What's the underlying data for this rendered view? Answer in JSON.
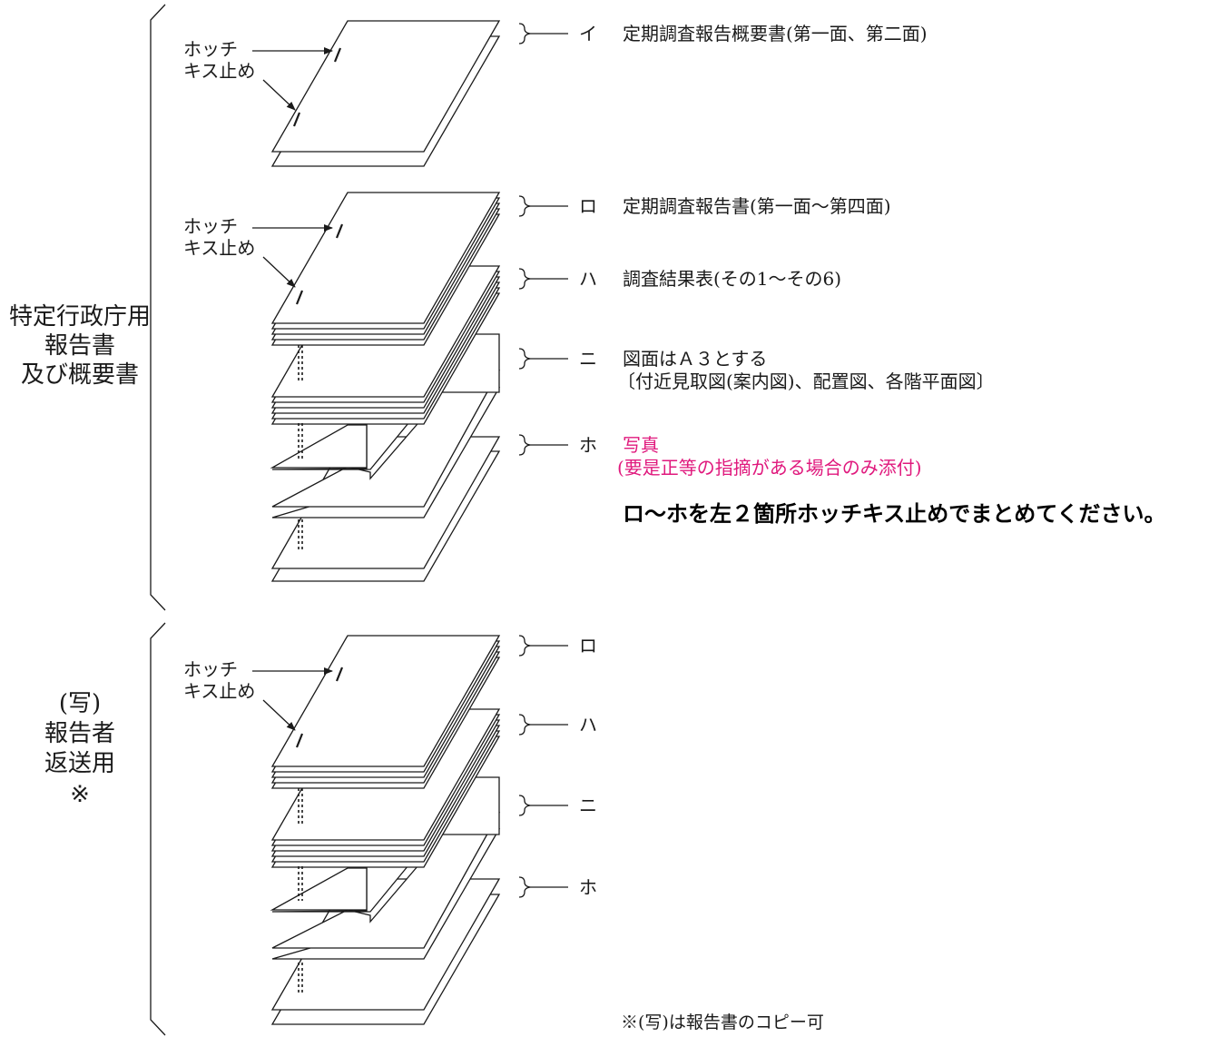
{
  "group_labels": {
    "original": [
      "特定行政庁用",
      "報告書",
      "及び概要書"
    ],
    "copy": [
      "(写)",
      "報告者",
      "返送用",
      "※"
    ]
  },
  "staple_label": [
    "ホッチ",
    "キス止め"
  ],
  "items_top": [
    {
      "key": "イ",
      "lines": [
        "定期調査報告概要書(第一面、第二面)"
      ]
    },
    {
      "key": "ロ",
      "lines": [
        "定期調査報告書(第一面～第四面)"
      ]
    },
    {
      "key": "ハ",
      "lines": [
        "調査結果表(その1～その6)"
      ]
    },
    {
      "key": "ニ",
      "lines": [
        "図面はＡ３とする",
        "〔付近見取図(案内図)、配置図、各階平面図〕"
      ]
    },
    {
      "key": "ホ",
      "lines": [
        "写真",
        "(要是正等の指摘がある場合のみ添付)"
      ],
      "highlight": true
    }
  ],
  "instruction": "ロ～ホを左２箇所ホッチキス止めでまとめてください。",
  "items_bottom": [
    {
      "key": "ロ"
    },
    {
      "key": "ハ"
    },
    {
      "key": "ニ"
    },
    {
      "key": "ホ"
    }
  ],
  "footnote": "※(写)は報告書のコピー可",
  "colors": {
    "highlight": "#e0197d",
    "line": "#1a1a1a"
  }
}
